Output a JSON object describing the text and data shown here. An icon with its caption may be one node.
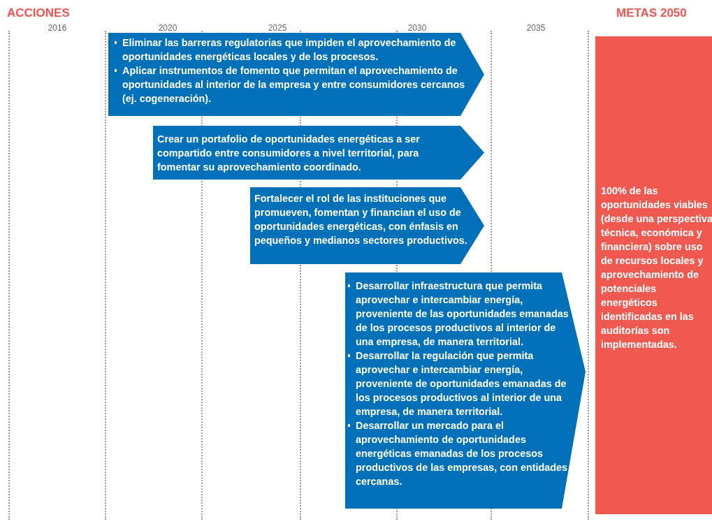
{
  "diagram": {
    "nodes": [
      {
        "text": [
          "Eliminar las barreras regulatorias que impiden el aprovechamiento de oportunidades energéticas locales y de los procesos.",
          "Aplicar instrumentos de fomento que permitan el aprovechamiento de oportunidades al interior de la empresa y entre consumidores cercanos (ej. cogeneración)."
        ]
      },
      {
        "text": [
          "Crear un portafolio de oportunidades energéticas a ser compartido entre consumidores a nivel territorial, para fomentar su aprovechamiento coordinado."
        ]
      },
      {
        "text": [
          "Fortalecer el rol de las instituciones que promueven, fomentan y financian el uso de oportunidades energéticas, con énfasis en pequeños y medianos sectores productivos."
        ]
      },
      {
        "text": [
          "Desarrollar infraestructura que permita aprovechar e intercambiar energía, proveniente de las oportunidades emanadas de los procesos productivos al interior de una empresa, de manera territorial.",
          "Desarrollar la regulación que permita aprovechar e intercambiar energía, proveniente de oportunidades emanadas de los procesos productivos al interior de una empresa, de manera territorial.",
          "Desarrollar un mercado para el aprovechamiento de oportunidades energéticas emanadas de los procesos productivos de las empresas, con entidades cercanas."
        ]
      },
      {
        "text": [
          "100% de las oportunidades viables (desde una perspectiva técnica, económica y financiera) sobre uso de recursos locales y aprovechamiento de potenciales energéticos identificadas en las auditorías son implementadas."
        ]
      }
    ],
    "labels": [
      "ACCIONES",
      "METAS 2050",
      "2016",
      "2020",
      "2025",
      "2030",
      "2035"
    ]
  }
}
